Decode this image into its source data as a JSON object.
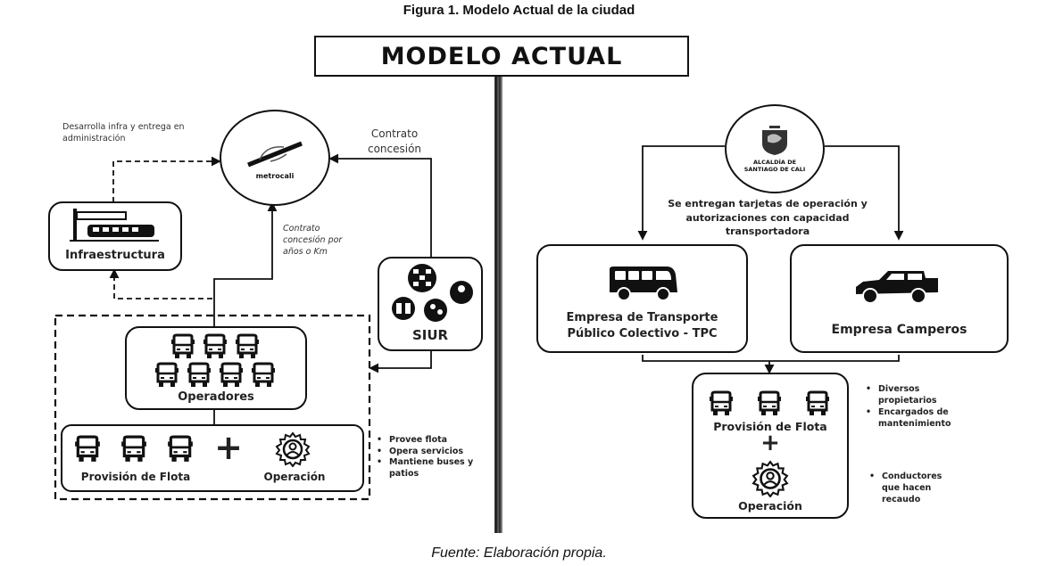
{
  "figure_title": "Figura 1. Modelo Actual de la ciudad",
  "model_title": "MODELO ACTUAL",
  "source": "Fuente: Elaboración propia.",
  "left": {
    "metrocali_logo_text": "metrocali",
    "note_infra": "Desarrolla infra y entrega en administración",
    "note_contract": "Contrato concesión",
    "note_contract_years": "Contrato concesión por años o Km",
    "infraestructura_label": "Infraestructura",
    "siur_label": "SIUR",
    "operadores_label": "Operadores",
    "provision_label": "Provisión de Flota",
    "operacion_label": "Operación",
    "plus": "+",
    "bullets": [
      "Provee flota",
      "Opera servicios",
      "Mantiene buses y patios"
    ]
  },
  "right": {
    "alcaldia_logo_text": "ALCALDÍA DE SANTIAGO DE CALI",
    "note_cards": "Se entregan tarjetas de operación y autorizaciones con capacidad transportadora",
    "tpc_label": "Empresa de Transporte Público Colectivo - TPC",
    "camperos_label": "Empresa Camperos",
    "provision_label": "Provisión de Flota",
    "plus": "+",
    "operacion_label": "Operación",
    "bullets_top": [
      "Diversos propietarios",
      "Encargados de mantenimiento"
    ],
    "bullets_bottom": [
      "Conductores que hacen recaudo"
    ]
  }
}
